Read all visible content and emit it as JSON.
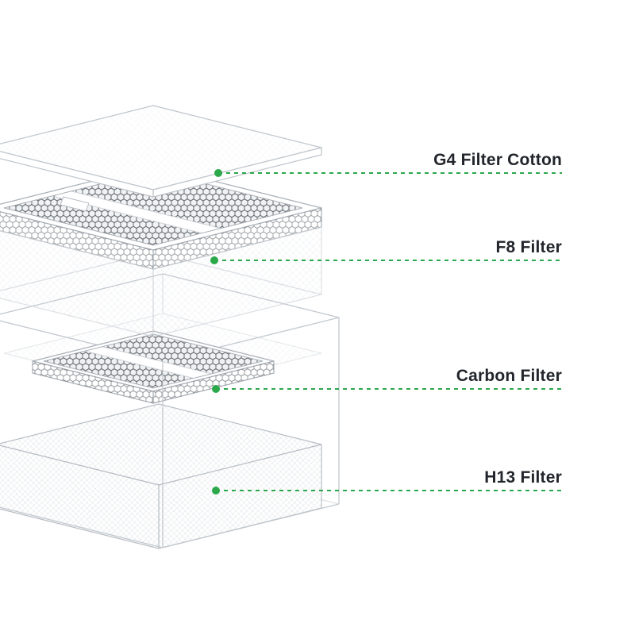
{
  "diagram": {
    "accent_color": "#2BA84A",
    "text_color": "#22262C",
    "labels": [
      {
        "id": "g4",
        "text": "G4 Filter Cotton"
      },
      {
        "id": "f8",
        "text": "F8 Filter"
      },
      {
        "id": "carbon",
        "text": "Carbon Filter"
      },
      {
        "id": "h13",
        "text": "H13 Filter"
      }
    ]
  }
}
